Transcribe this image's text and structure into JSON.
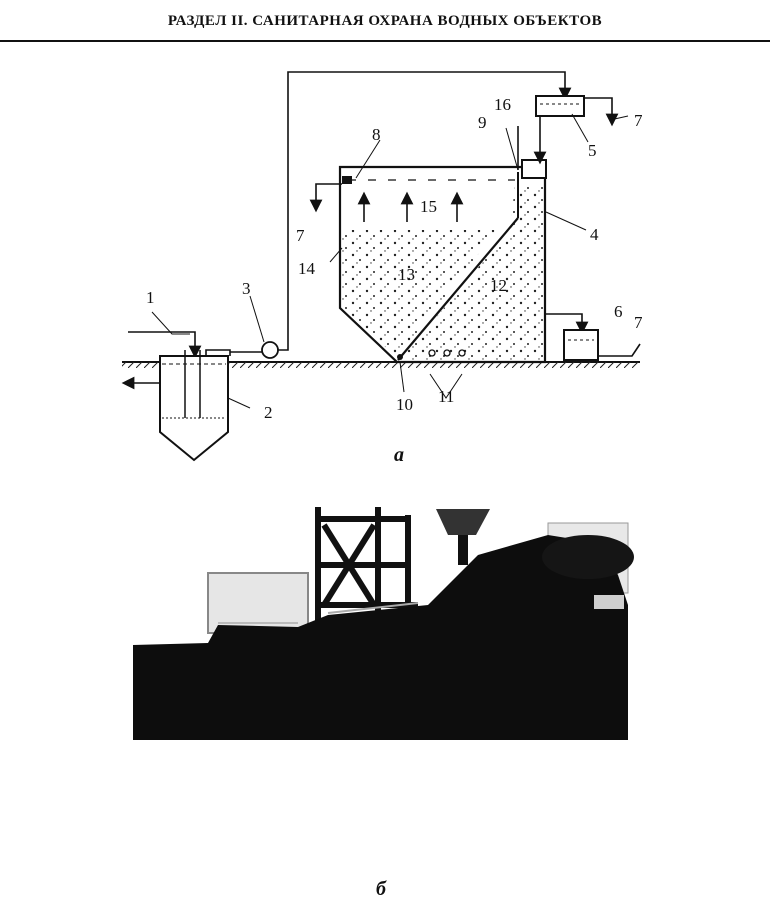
{
  "header": {
    "title": "РАЗДЕЛ II. САНИТАРНАЯ ОХРАНА ВОДНЫХ ОБЪЕКТОВ"
  },
  "figure_a": {
    "caption": "а",
    "labels": [
      "1",
      "2",
      "3",
      "4",
      "5",
      "6",
      "7",
      "7",
      "7",
      "8",
      "9",
      "10",
      "11",
      "12",
      "13",
      "14",
      "15",
      "16"
    ]
  },
  "figure_b": {
    "caption": "б"
  }
}
